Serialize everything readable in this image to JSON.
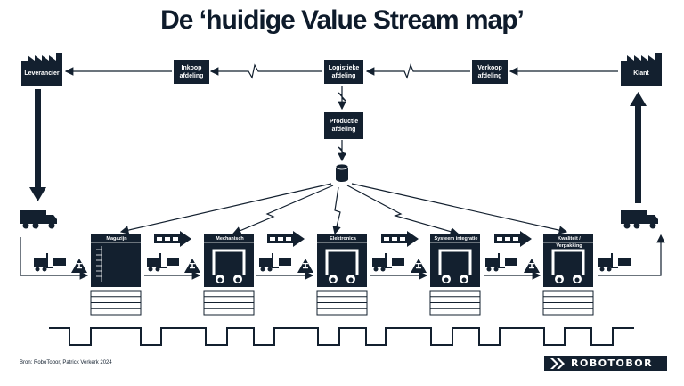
{
  "title": "De ‘huidige Value Stream map’",
  "nodes": {
    "supplier": "Leverancier",
    "purchasing": "Inkoop afdeling",
    "logistics": "Logistieke afdeling",
    "sales": "Verkoop afdeling",
    "customer": "Klant",
    "production": "Productie afdeling"
  },
  "processes": [
    "Magazijn",
    "Mechanisch",
    "Elektronica",
    "Systeem integratie",
    "Kwaliteit / Verpakking"
  ],
  "footer": {
    "source": "Bron: RoboTobor, Patrick Verkerk 2024",
    "logo": "ROBOTOBOR"
  },
  "colors": {
    "navy": "#13202f",
    "line": "#13202f",
    "background": "#ffffff"
  },
  "icons": [
    "factory-icon",
    "truck-icon",
    "forklift-icon",
    "inventory-triangle-icon",
    "push-arrow-icon",
    "database-icon",
    "lightning-arrow-icon"
  ]
}
